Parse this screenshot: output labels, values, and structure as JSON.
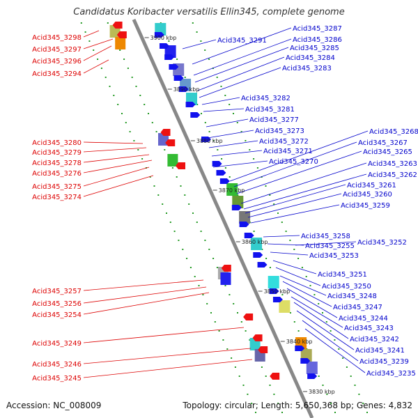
{
  "title": "Candidatus Koribacter versatilis Ellin345, complete genome",
  "footer": {
    "accession": "Accession: NC_008009",
    "summary": "Topology: circular; Length: 5,650,368 bp; Genes: 4,832"
  },
  "colors": {
    "forward_label": "#0000cc",
    "reverse_label": "#dd0000",
    "backbone": "#888888",
    "gc_dots": "#229922"
  },
  "kbp_ticks": [
    "3900 kbp",
    "3890 kbp",
    "3880 kbp",
    "3870 kbp",
    "3860 kbp",
    "3850 kbp",
    "3840 kbp",
    "3830 kbp"
  ],
  "reverse_labels": [
    "Acid345_3298",
    "Acid345_3297",
    "Acid345_3296",
    "Acid345_3294",
    "Acid345_3280",
    "Acid345_3279",
    "Acid345_3278",
    "Acid345_3276",
    "Acid345_3275",
    "Acid345_3274",
    "Acid345_3257",
    "Acid345_3256",
    "Acid345_3254",
    "Acid345_3249",
    "Acid345_3246",
    "Acid345_3245"
  ],
  "forward_labels": [
    "Acid345_3291",
    "Acid345_3287",
    "Acid345_3286",
    "Acid345_3285",
    "Acid345_3284",
    "Acid345_3283",
    "Acid345_3282",
    "Acid345_3281",
    "Acid345_3277",
    "Acid345_3273",
    "Acid345_3272",
    "Acid345_3271",
    "Acid345_3270",
    "Acid345_3268",
    "Acid345_3267",
    "Acid345_3265",
    "Acid345_3263",
    "Acid345_3262",
    "Acid345_3261",
    "Acid345_3260",
    "Acid345_3259",
    "Acid345_3258",
    "Acid345_3255",
    "Acid345_3252",
    "Acid345_3253",
    "Acid345_3251",
    "Acid345_3250",
    "Acid345_3248",
    "Acid345_3247",
    "Acid345_3244",
    "Acid345_3243",
    "Acid345_3242",
    "Acid345_3241",
    "Acid345_3239",
    "Acid345_3235"
  ]
}
